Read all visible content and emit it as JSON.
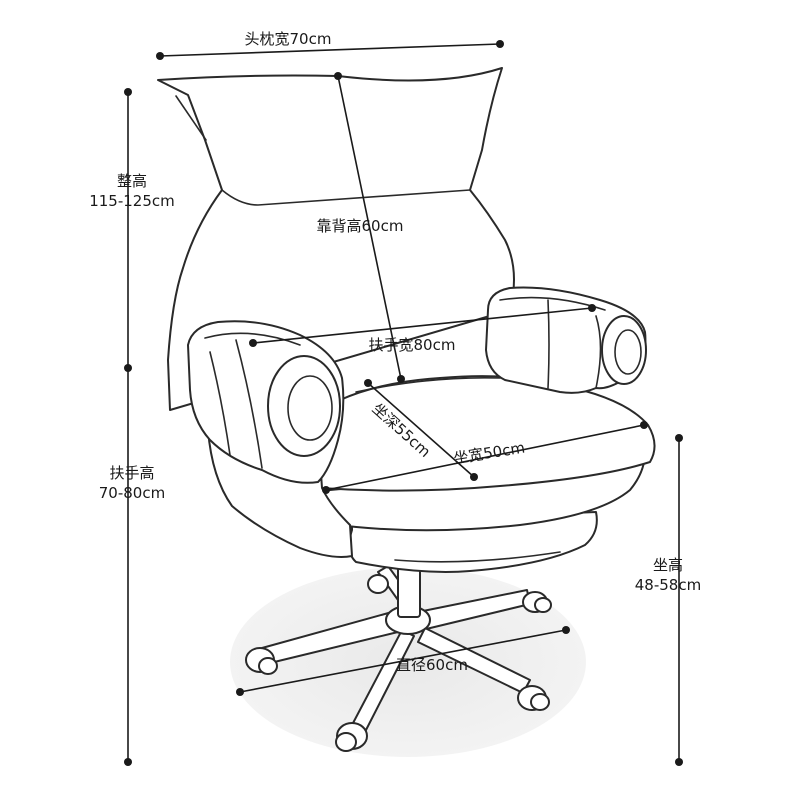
{
  "dimensions": {
    "headrest_width": "头枕宽70cm",
    "backrest_height": "靠背高60cm",
    "total_height_title": "整高",
    "total_height_value": "115-125cm",
    "armrest_width": "扶手宽80cm",
    "seat_depth": "坐深55cm",
    "seat_width": "坐宽50cm",
    "armrest_height_title": "扶手高",
    "armrest_height_value": "70-80cm",
    "seat_height_title": "坐高",
    "seat_height_value": "48-58cm",
    "base_diameter": "直径60cm"
  },
  "colors": {
    "line": "#2a2a2a",
    "floor_shadow": "#ededed"
  }
}
